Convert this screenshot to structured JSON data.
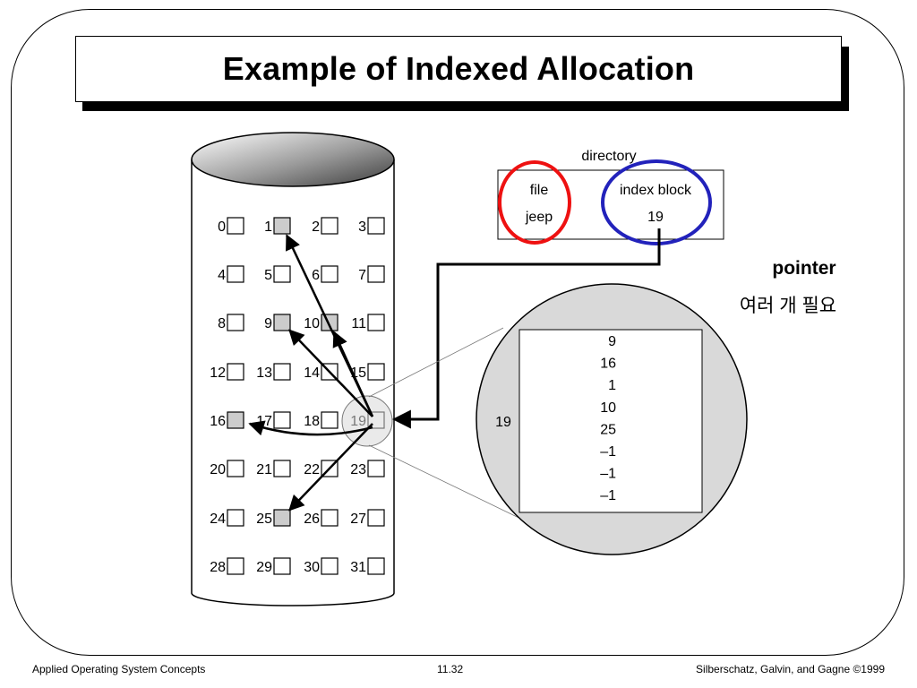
{
  "title": "Example of Indexed Allocation",
  "disk": {
    "blocks": [
      "0",
      "1",
      "2",
      "3",
      "4",
      "5",
      "6",
      "7",
      "8",
      "9",
      "10",
      "11",
      "12",
      "13",
      "14",
      "15",
      "16",
      "17",
      "18",
      "19",
      "20",
      "21",
      "22",
      "23",
      "24",
      "25",
      "26",
      "27",
      "28",
      "29",
      "30",
      "31"
    ],
    "used_blocks": [
      1,
      9,
      10,
      16,
      25
    ],
    "index_block": 19
  },
  "directory": {
    "label": "directory",
    "header": {
      "file": "file",
      "index_block": "index block"
    },
    "row": {
      "file": "jeep",
      "index_block": "19"
    }
  },
  "annotation": {
    "pointer": "pointer",
    "note": "여러 개 필요"
  },
  "index_block_view": {
    "label": "19",
    "entries": [
      "9",
      "16",
      "1",
      "10",
      "25",
      "–1",
      "–1",
      "–1"
    ]
  },
  "pointer_targets": [
    9,
    16,
    1,
    10,
    25
  ],
  "colors": {
    "used_fill": "#cccccc",
    "file_circle": "#ee1111",
    "index_circle": "#2222bb",
    "zoom_fill": "#d9d9d9"
  },
  "footer": {
    "left": "Applied Operating System Concepts",
    "center": "11.32",
    "right": "Silberschatz, Galvin, and Gagne ©1999"
  }
}
